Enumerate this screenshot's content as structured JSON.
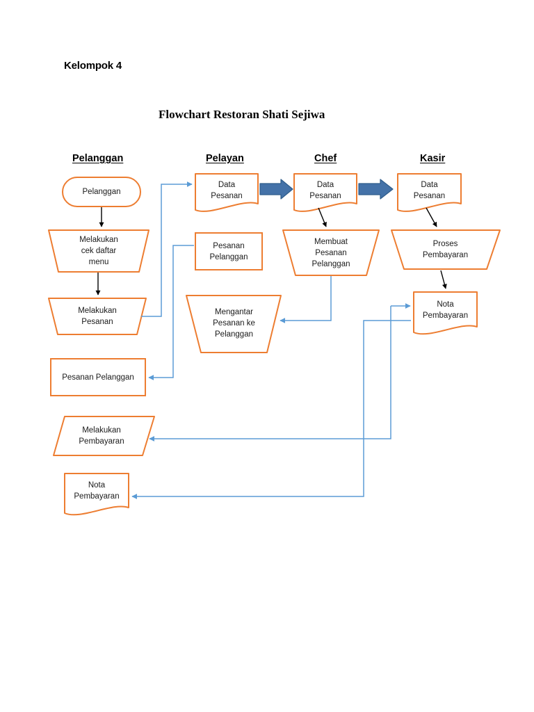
{
  "document": {
    "heading": "Kelompok 4",
    "title": "Flowchart Restoran Shati Sejiwa"
  },
  "colors": {
    "shape_stroke": "#ED7D31",
    "shape_fill": "#FFFFFF",
    "connector_blue": "#5B9BD5",
    "block_arrow_fill": "#4472A8",
    "block_arrow_stroke": "#2E5C8A",
    "arrow_black": "#000000",
    "text": "#1A1A1A",
    "background": "#FFFFFF"
  },
  "lanes": [
    {
      "id": "pelanggan",
      "label": "Pelanggan "
    },
    {
      "id": "pelayan",
      "label": " Pelayan "
    },
    {
      "id": "chef",
      "label": "Chef"
    },
    {
      "id": "kasir",
      "label": "Kasir"
    }
  ],
  "nodes": {
    "pelanggan_start": {
      "lane": "pelanggan",
      "shape": "terminator",
      "label": "Pelanggan"
    },
    "pelanggan_cek_menu": {
      "lane": "pelanggan",
      "shape": "trapezoid",
      "label": "Melakukan\ncek daftar\nmenu"
    },
    "pelanggan_pesanan": {
      "lane": "pelanggan",
      "shape": "trapezoid",
      "label": "Melakukan\nPesanan"
    },
    "pelanggan_pesanan_doc": {
      "lane": "pelanggan",
      "shape": "rectangle",
      "label": "Pesanan Pelanggan"
    },
    "pelanggan_bayar": {
      "lane": "pelanggan",
      "shape": "trapezoid",
      "label": "Melakukan\nPembayaran"
    },
    "pelanggan_nota": {
      "lane": "pelanggan",
      "shape": "document",
      "label": "Nota\nPembayaran"
    },
    "pelayan_data_pesanan": {
      "lane": "pelayan",
      "shape": "document",
      "label": "Data\nPesanan"
    },
    "pelayan_pesanan_plg": {
      "lane": "pelayan",
      "shape": "rectangle",
      "label": "Pesanan\nPelanggan"
    },
    "pelayan_mengantar": {
      "lane": "pelayan",
      "shape": "trapezoid",
      "label": "Mengantar\nPesanan ke\nPelanggan"
    },
    "chef_data_pesanan": {
      "lane": "chef",
      "shape": "document",
      "label": "Data\nPesanan"
    },
    "chef_membuat": {
      "lane": "chef",
      "shape": "trapezoid",
      "label": "Membuat\nPesanan\nPelanggan"
    },
    "kasir_data_pesanan": {
      "lane": "kasir",
      "shape": "document",
      "label": "Data\nPesanan"
    },
    "kasir_proses": {
      "lane": "kasir",
      "shape": "trapezoid",
      "label": "Proses\nPembayaran"
    },
    "kasir_nota": {
      "lane": "kasir",
      "shape": "document",
      "label": "Nota\nPembayaran"
    }
  },
  "edges": [
    {
      "from": "pelanggan_start",
      "to": "pelanggan_cek_menu",
      "style": "arrow-black"
    },
    {
      "from": "pelanggan_cek_menu",
      "to": "pelanggan_pesanan",
      "style": "arrow-black"
    },
    {
      "from": "pelanggan_pesanan",
      "to": "pelayan_data_pesanan",
      "style": "connector-blue"
    },
    {
      "from": "pelayan_data_pesanan",
      "to": "chef_data_pesanan",
      "style": "block-arrow"
    },
    {
      "from": "chef_data_pesanan",
      "to": "kasir_data_pesanan",
      "style": "block-arrow"
    },
    {
      "from": "chef_data_pesanan",
      "to": "chef_membuat",
      "style": "arrow-black"
    },
    {
      "from": "kasir_data_pesanan",
      "to": "kasir_proses",
      "style": "arrow-black"
    },
    {
      "from": "kasir_proses",
      "to": "kasir_nota",
      "style": "arrow-black"
    },
    {
      "from": "chef_membuat",
      "to": "pelayan_mengantar",
      "style": "connector-blue"
    },
    {
      "from": "pelayan_pesanan_plg",
      "to": "pelanggan_pesanan_doc",
      "style": "connector-blue"
    },
    {
      "from": "pelanggan_bayar",
      "to": "kasir_nota",
      "style": "connector-blue"
    },
    {
      "from": "kasir_nota",
      "to": "pelanggan_nota",
      "style": "connector-blue"
    }
  ]
}
